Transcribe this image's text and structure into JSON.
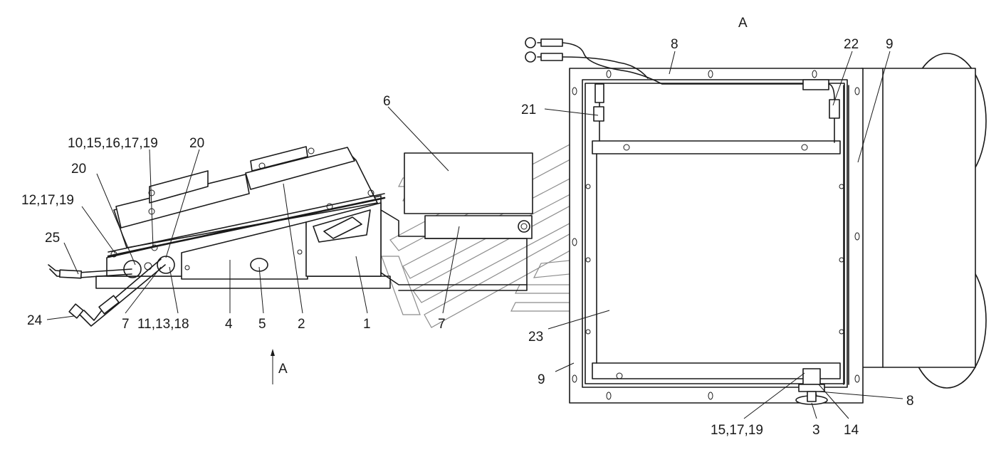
{
  "diagram": {
    "view_label": "A",
    "arrow_label": "A",
    "labels": {
      "l6": "6",
      "l8a": "8",
      "l22": "22",
      "l9a": "9",
      "l21": "21",
      "l10": "10,15,16,17,19",
      "l20a": "20",
      "l20b": "20",
      "l12": "12,17,19",
      "l25": "25",
      "l24": "24",
      "l7a": "7",
      "l11": "11,13,18",
      "l4": "4",
      "l5": "5",
      "l2": "2",
      "l1": "1",
      "l7b": "7",
      "l23": "23",
      "l9b": "9",
      "l8b": "8",
      "l15": "15,17,19",
      "l3": "3",
      "l14": "14"
    }
  }
}
